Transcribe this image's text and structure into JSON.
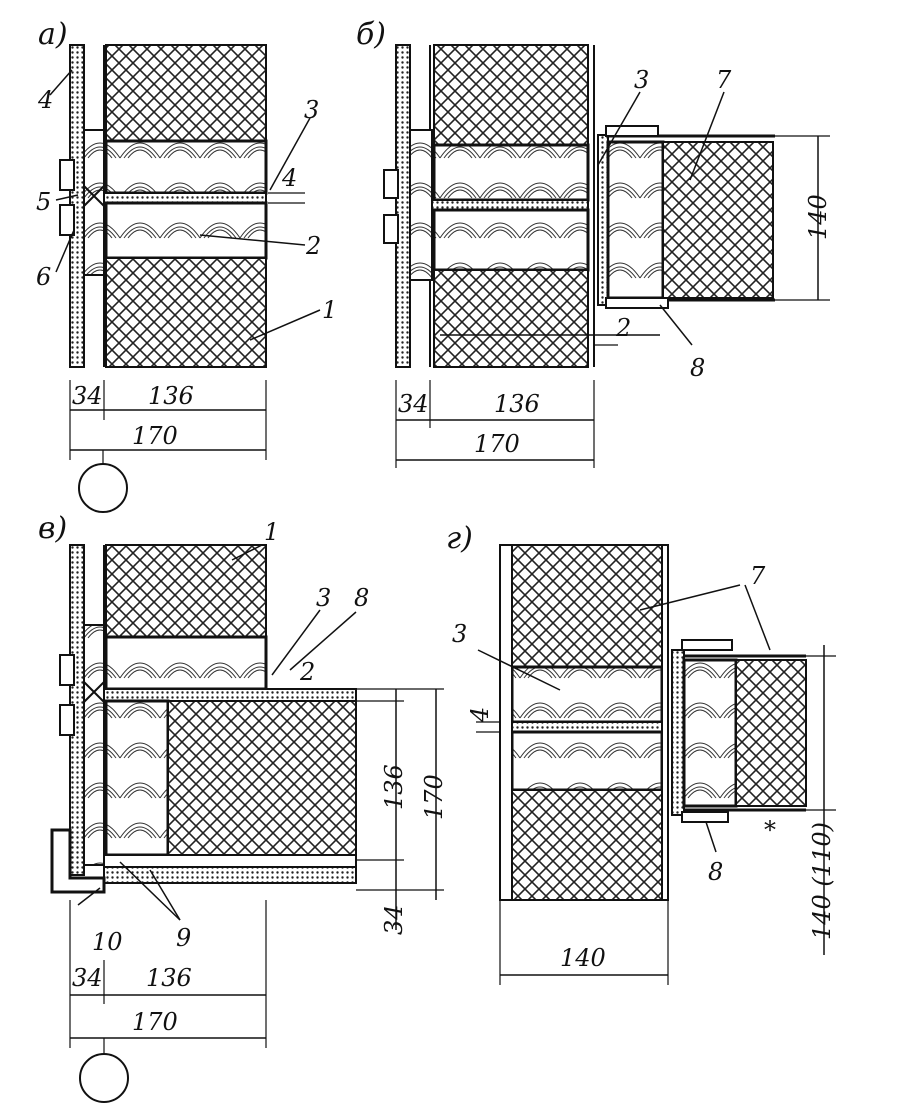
{
  "panels": {
    "a": {
      "letter": "а)",
      "callouts": [
        "4",
        "3",
        "4",
        "5",
        "2",
        "6",
        "1"
      ],
      "dimensions": [
        "34",
        "136",
        "170"
      ]
    },
    "b": {
      "letter": "б)",
      "callouts": [
        "3",
        "7",
        "2",
        "8"
      ],
      "dimensions": [
        "140",
        "34",
        "136",
        "170"
      ]
    },
    "v": {
      "letter": "в)",
      "callouts": [
        "1",
        "3",
        "8",
        "2",
        "10",
        "9"
      ],
      "dimensions": [
        "136",
        "170",
        "34",
        "34",
        "136",
        "170"
      ]
    },
    "g": {
      "letter": "г)",
      "callouts": [
        "7",
        "3",
        "4",
        "8",
        "*"
      ],
      "dimensions": [
        "140",
        "140 (110)"
      ]
    }
  }
}
